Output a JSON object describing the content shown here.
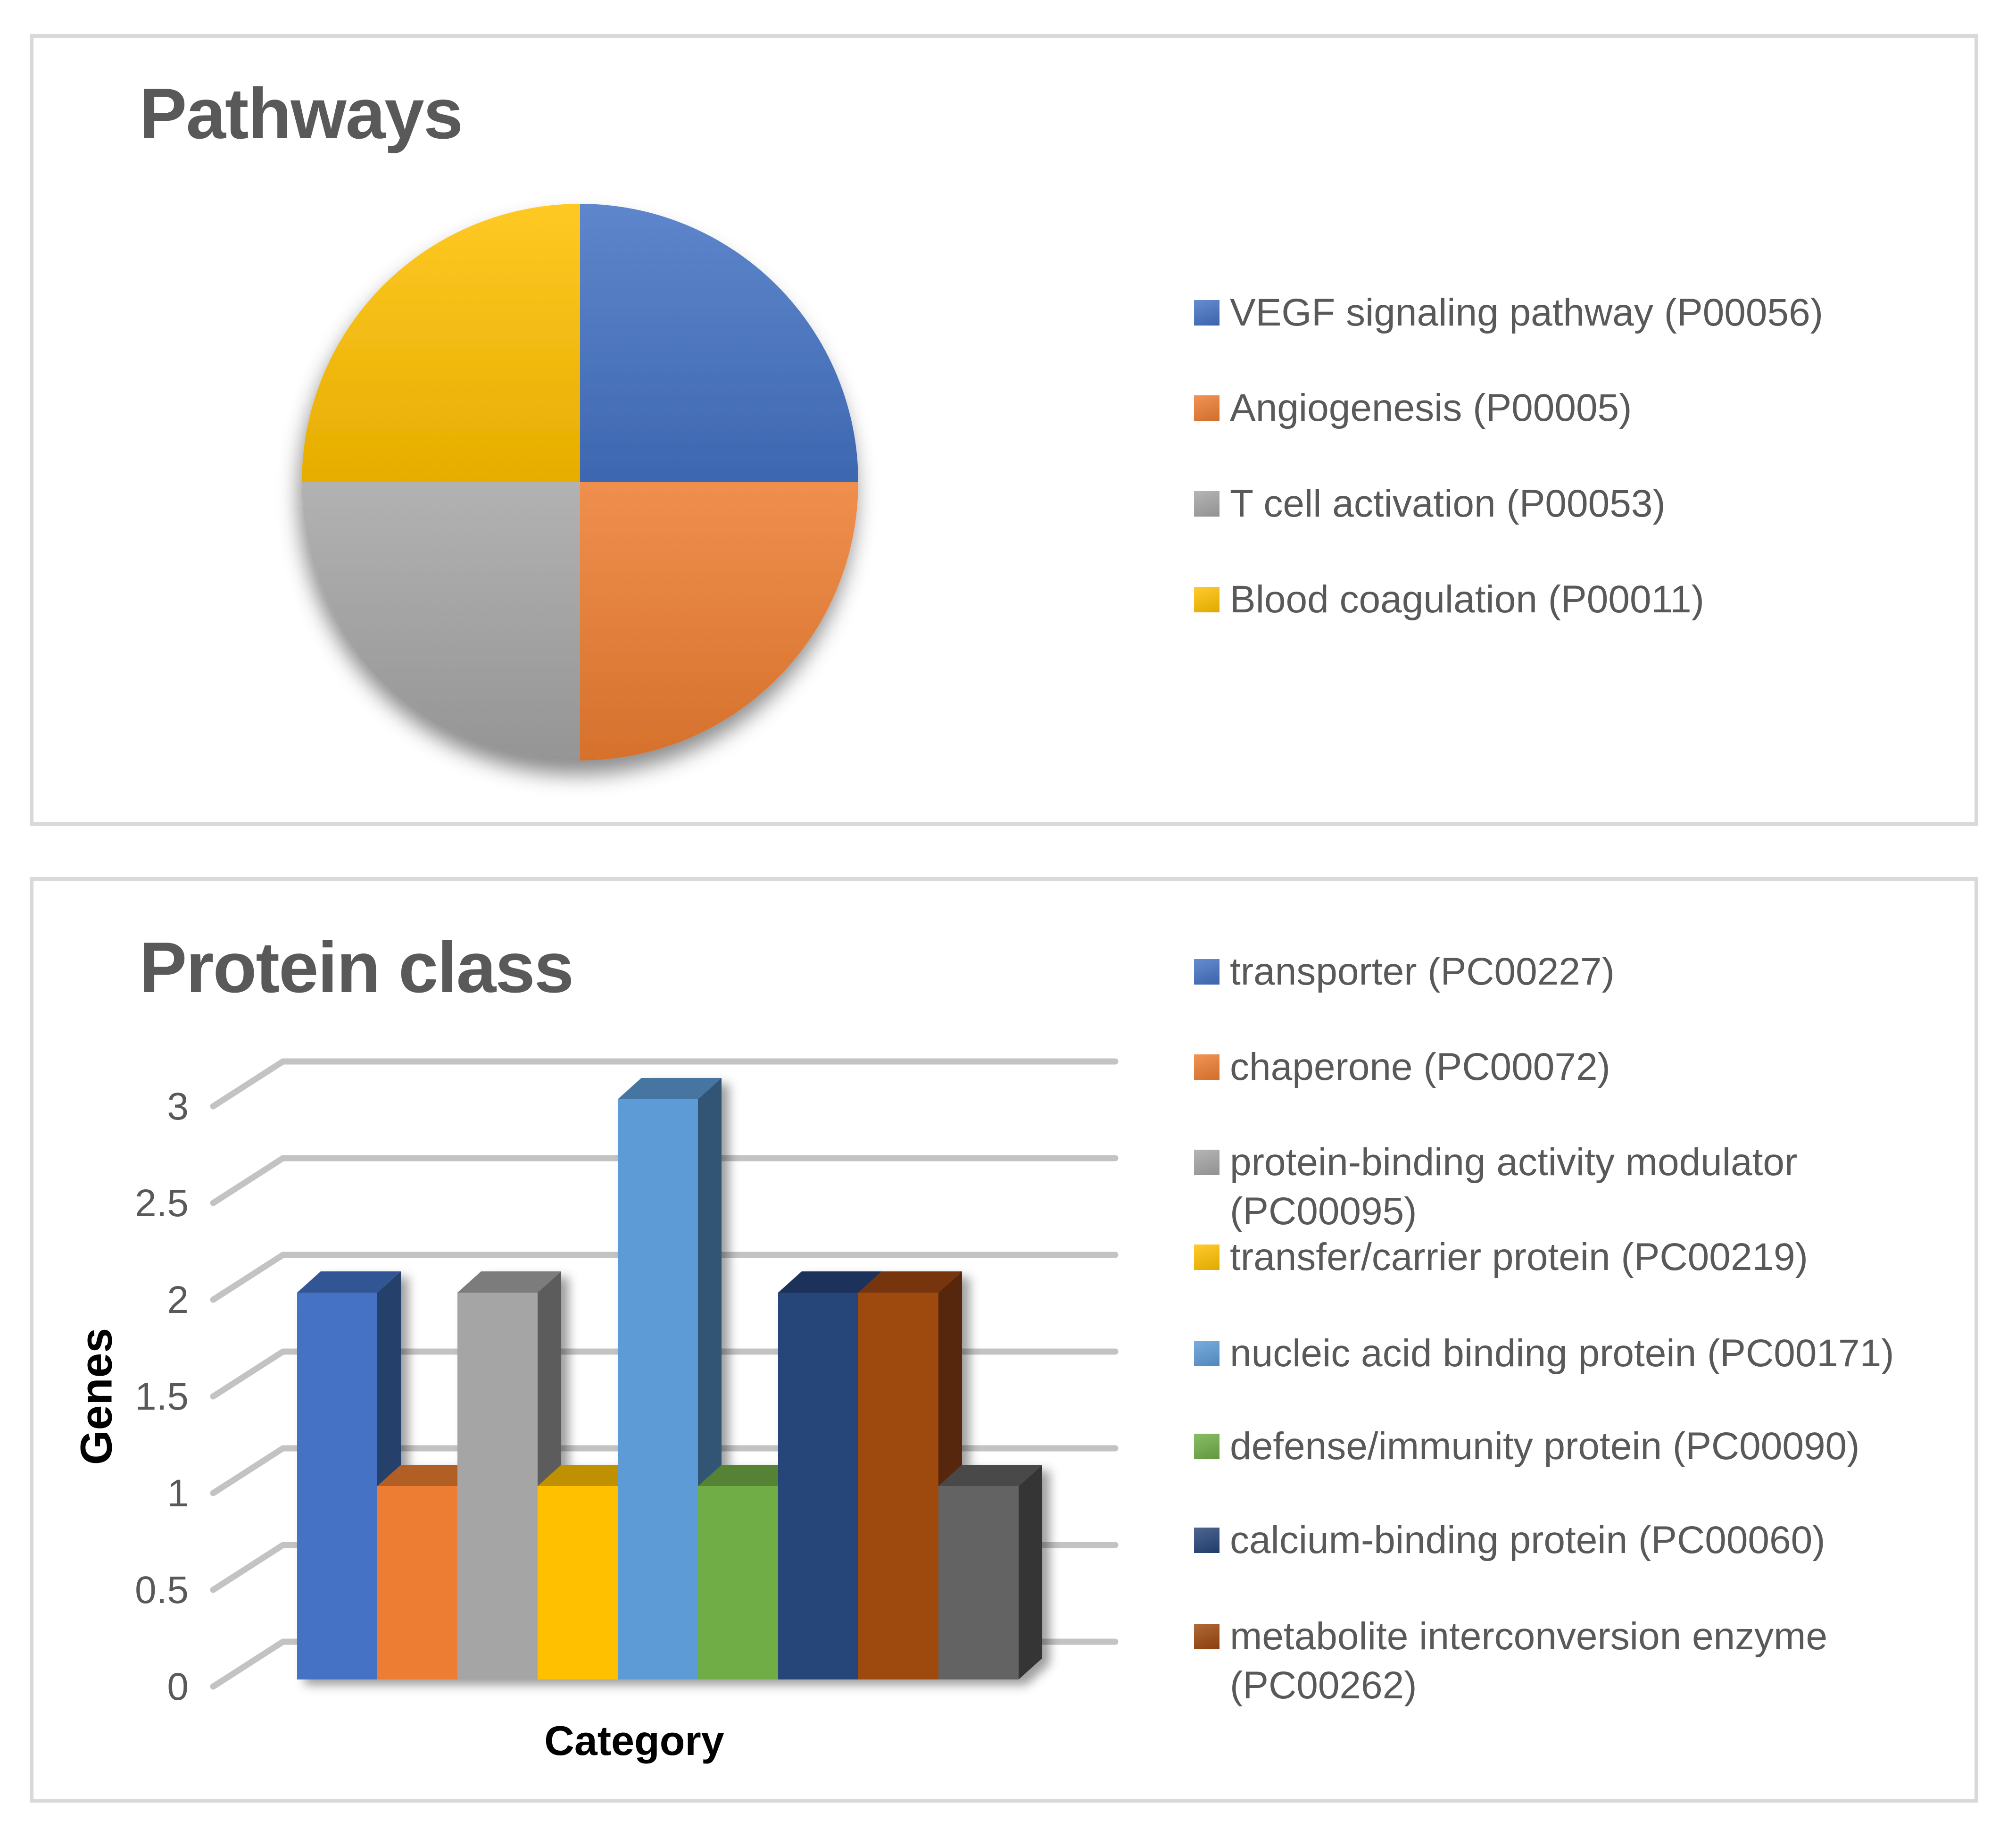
{
  "chart_data": [
    {
      "type": "pie",
      "title": "Pathways",
      "legend_position": "right",
      "value_unit": "percent_of_circle",
      "start_angle": "12 o'clock, clockwise",
      "slices": [
        {
          "label": "VEGF signaling pathway (P00056)",
          "value": 25,
          "color": "#4472C4",
          "position": "top-right"
        },
        {
          "label": "Angiogenesis (P00005)",
          "value": 25,
          "color": "#ED7D31",
          "position": "bottom-right"
        },
        {
          "label": "T cell activation (P00053)",
          "value": 25,
          "color": "#A5A5A5",
          "position": "bottom-left"
        },
        {
          "label": "Blood coagulation (P00011)",
          "value": 25,
          "color": "#FFC000",
          "position": "top-left"
        }
      ]
    },
    {
      "type": "bar",
      "style": "3d-column",
      "title": "Protein class",
      "xlabel": "Category",
      "ylabel": "Genes",
      "ylim": [
        0,
        3
      ],
      "yticks": [
        0,
        0.5,
        1,
        1.5,
        2,
        2.5,
        3
      ],
      "grid": true,
      "legend_position": "right",
      "series": [
        {
          "name": "transporter (PC00227)",
          "value": 2,
          "color": "#4472C4",
          "in_legend": true
        },
        {
          "name": "chaperone (PC00072)",
          "value": 1,
          "color": "#ED7D31",
          "in_legend": true
        },
        {
          "name": "protein-binding activity modulator (PC00095)",
          "value": 2,
          "color": "#A5A5A5",
          "in_legend": true
        },
        {
          "name": "transfer/carrier protein (PC00219)",
          "value": 1,
          "color": "#FFC000",
          "in_legend": true
        },
        {
          "name": "nucleic acid binding protein (PC00171)",
          "value": 3,
          "color": "#5B9BD5",
          "in_legend": true
        },
        {
          "name": "defense/immunity protein (PC00090)",
          "value": 1,
          "color": "#70AD47",
          "in_legend": true
        },
        {
          "name": "calcium-binding protein (PC00060)",
          "value": 2,
          "color": "#264478",
          "in_legend": true
        },
        {
          "name": "metabolite interconversion enzyme (PC00262)",
          "value": 2,
          "color": "#9E480E",
          "in_legend": true
        },
        {
          "name": "",
          "value": 1,
          "color": "#636363",
          "in_legend": false
        }
      ]
    }
  ],
  "colors": {
    "title_text": "#595959",
    "legend_text": "#595959",
    "tick_text": "#595959",
    "gridline": "#C3C3C3",
    "axis_label_text": "#000000",
    "panel_border": "#D9D9D9",
    "background": "#FFFFFF"
  }
}
